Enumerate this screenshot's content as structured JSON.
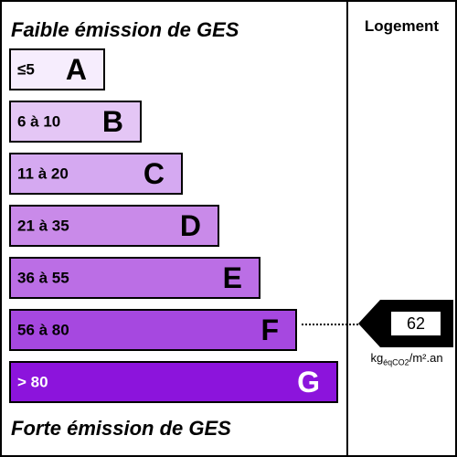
{
  "label": {
    "top_title": "Faible émission de GES",
    "bottom_title": "Forte émission de GES",
    "column_header": "Logement"
  },
  "classes": [
    {
      "range": "≤5",
      "letter": "A",
      "color": "#f6edfd",
      "letter_color": "#000000",
      "range_color": "#000000",
      "width_fraction": 0.21
    },
    {
      "range": "6 à 10",
      "letter": "B",
      "color": "#e4c6f5",
      "letter_color": "#000000",
      "range_color": "#000000",
      "width_fraction": 0.29
    },
    {
      "range": "11 à 20",
      "letter": "C",
      "color": "#d5a9f1",
      "letter_color": "#000000",
      "range_color": "#000000",
      "width_fraction": 0.38
    },
    {
      "range": "21 à 35",
      "letter": "D",
      "color": "#c98ae9",
      "letter_color": "#000000",
      "range_color": "#000000",
      "width_fraction": 0.46
    },
    {
      "range": "36 à 55",
      "letter": "E",
      "color": "#bb6ee5",
      "letter_color": "#000000",
      "range_color": "#000000",
      "width_fraction": 0.55
    },
    {
      "range": "56 à 80",
      "letter": "F",
      "color": "#a648e0",
      "letter_color": "#000000",
      "range_color": "#000000",
      "width_fraction": 0.63
    },
    {
      "range": "> 80",
      "letter": "G",
      "color": "#8c14dc",
      "letter_color": "#ffffff",
      "range_color": "#ffffff",
      "width_fraction": 0.72
    }
  ],
  "indicator": {
    "value": "62",
    "class_index": 5,
    "unit_prefix": "kg",
    "unit_sub": "éqCO2",
    "unit_suffix": "/m².an"
  }
}
